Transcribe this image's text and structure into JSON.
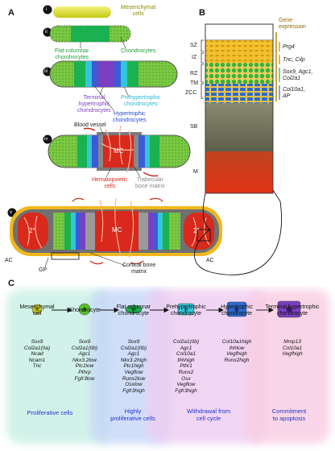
{
  "panels": {
    "a": "A",
    "b": "B",
    "c": "C"
  },
  "panel_a": {
    "roman": [
      "i",
      "ii",
      "iii",
      "iv",
      "v"
    ],
    "mesenchymal": "Mesenchymal\ncells",
    "flat_columnar": "Flat columnar\nchondrocytes",
    "chondrocytes": "Chondrocytes",
    "terminal_hyper": "Terminal\nhypertrophic\nchondrocytes",
    "prehyper": "Prehypertrophic\nchondrocytes",
    "hyper": "Hypertrophic\nchondrocytes",
    "blood_vessel": "Blood vessel",
    "mc": "MC",
    "hematopoietic": "Hematopoietic\ncells",
    "trabecular": "Trabecular\nbone matrix",
    "ac": "AC",
    "secondary": "2°",
    "gp": "GP",
    "cortical": "Cortical bone\nmatrix"
  },
  "panel_b": {
    "gene_expression": "Gene\nexpression",
    "zones": [
      "SZ",
      "IZ",
      "RZ",
      "TM",
      "ZCC",
      "SB",
      "M"
    ],
    "genes_prg4": "Prg4",
    "genes_tnc": "Tnc, Cilp",
    "genes_sox9": "Sox9, Agc1,\nCol2a1",
    "genes_col10": "Col10a1,\nAP"
  },
  "panel_c": {
    "stages": [
      {
        "title": "Mesenchymal\ncell",
        "genes": "Sox9\nCol2a1(IIa)\nNcad\nNcam1\nTnc"
      },
      {
        "title": "Chondrocyte",
        "genes": "Sox9\nCol2a1(IIb)\nAgc1\nNkx3.2low\nPtc1low\nPthrp\nFgfr3low"
      },
      {
        "title": "Flat columnar\nchondrocyte",
        "genes": "Sox9\nCol2a1(IIb)\nAgc1\nNkx3.2high\nPtc1high\nVegflow\nRunx2low\nOsxlow\nFgfr3high"
      },
      {
        "title": "Prehypertrophic\nchondrocyte",
        "genes": "Col2a1(IIb)\nAgc1\nCol10a1\nIhhhigh\nPthr1\nRunx2\nOsx\nVegflow\nFgfr3high"
      },
      {
        "title": "Hypertrophic\nchondrocyte",
        "genes": "Col10a1high\nIhhlow\nVegfhigh\nRunx2high"
      },
      {
        "title": "Terminal hypertrophic\nchondrocyte",
        "genes": "Mmp13\nCol10a1\nVegfhigh"
      }
    ],
    "footers": [
      "Proliferative cells",
      "Highly\nproliferative cells",
      "Withdrawal from\ncell cycle",
      "Commitment\nto apoptosis"
    ]
  },
  "colors": {
    "mesenchyme": "#dde020",
    "cartilage": "#7ac943",
    "flat": "#1bb150",
    "prehyper_band": "#33c6d8",
    "hyper_band": "#3b5bd6",
    "terminal_band": "#7b3fbf",
    "marrow": "#d8291c",
    "bone": "#7c7c7c",
    "articular": "#f0b81e",
    "label_green": "#1e9e3a",
    "label_purple": "#7b3fbf",
    "label_cyan": "#2bb6d6",
    "label_blue": "#2b4bcf",
    "label_red": "#d8291c",
    "label_gray": "#888888",
    "footer_blue": "#2233cc"
  }
}
